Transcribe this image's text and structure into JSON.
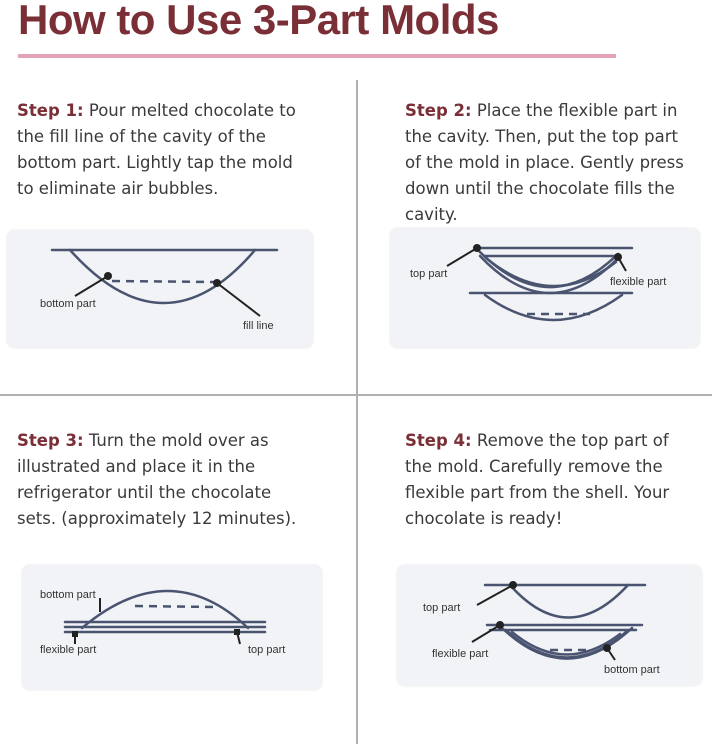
{
  "title": "How to Use 3-Part Molds",
  "steps": [
    {
      "label": "Step 1:",
      "text": " Pour melted chocolate to the fill line of the cavity of the bottom part. Lightly tap the mold to eliminate air bubbles.",
      "diagram_labels": {
        "a": "bottom part",
        "b": "fill line"
      }
    },
    {
      "label": "Step 2:",
      "text": " Place the flexible part in the cavity. Then, put the top part of the mold in place. Gently press down until the chocolate fills the cavity.",
      "diagram_labels": {
        "a": "top part",
        "b": "flexible part"
      }
    },
    {
      "label": "Step 3:",
      "text": " Turn the mold over as illustrated and place it in the refrigerator until the chocolate sets. (approximately 12 minutes).",
      "diagram_labels": {
        "a": "bottom part",
        "b": "flexible part",
        "c": "top part"
      }
    },
    {
      "label": "Step 4:",
      "text": " Remove the top part of the mold. Carefully remove the flexible part from the shell. Your chocolate is ready!",
      "diagram_labels": {
        "a": "top part",
        "b": "flexible part",
        "c": "bottom part"
      }
    }
  ]
}
